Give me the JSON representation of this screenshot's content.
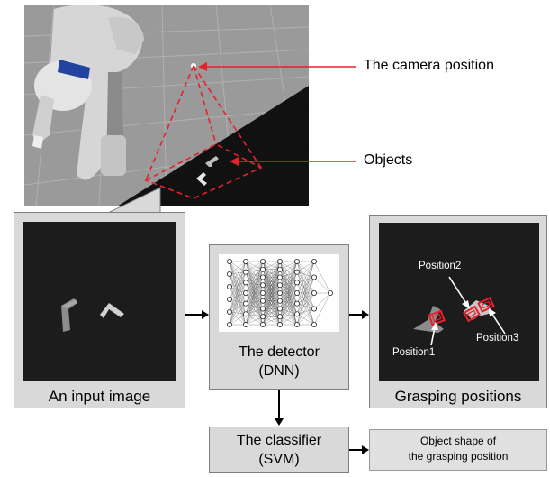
{
  "annotations": {
    "camera_position": "The camera position",
    "objects": "Objects"
  },
  "input_panel": {
    "caption": "An input image"
  },
  "detector": {
    "line1": "The detector",
    "line2": "(DNN)"
  },
  "grasp_panel": {
    "caption": "Grasping positions",
    "labels": [
      "Position1",
      "Position2",
      "Position3"
    ]
  },
  "classifier": {
    "line1": "The classifier",
    "line2": "(SVM)"
  },
  "output": {
    "line1": "Object shape of",
    "line2": "the grasping position"
  },
  "colors": {
    "annotation_red": "#e8202a",
    "panel_gray": "#d9d9d9",
    "image_dark": "#1c1c1c"
  }
}
